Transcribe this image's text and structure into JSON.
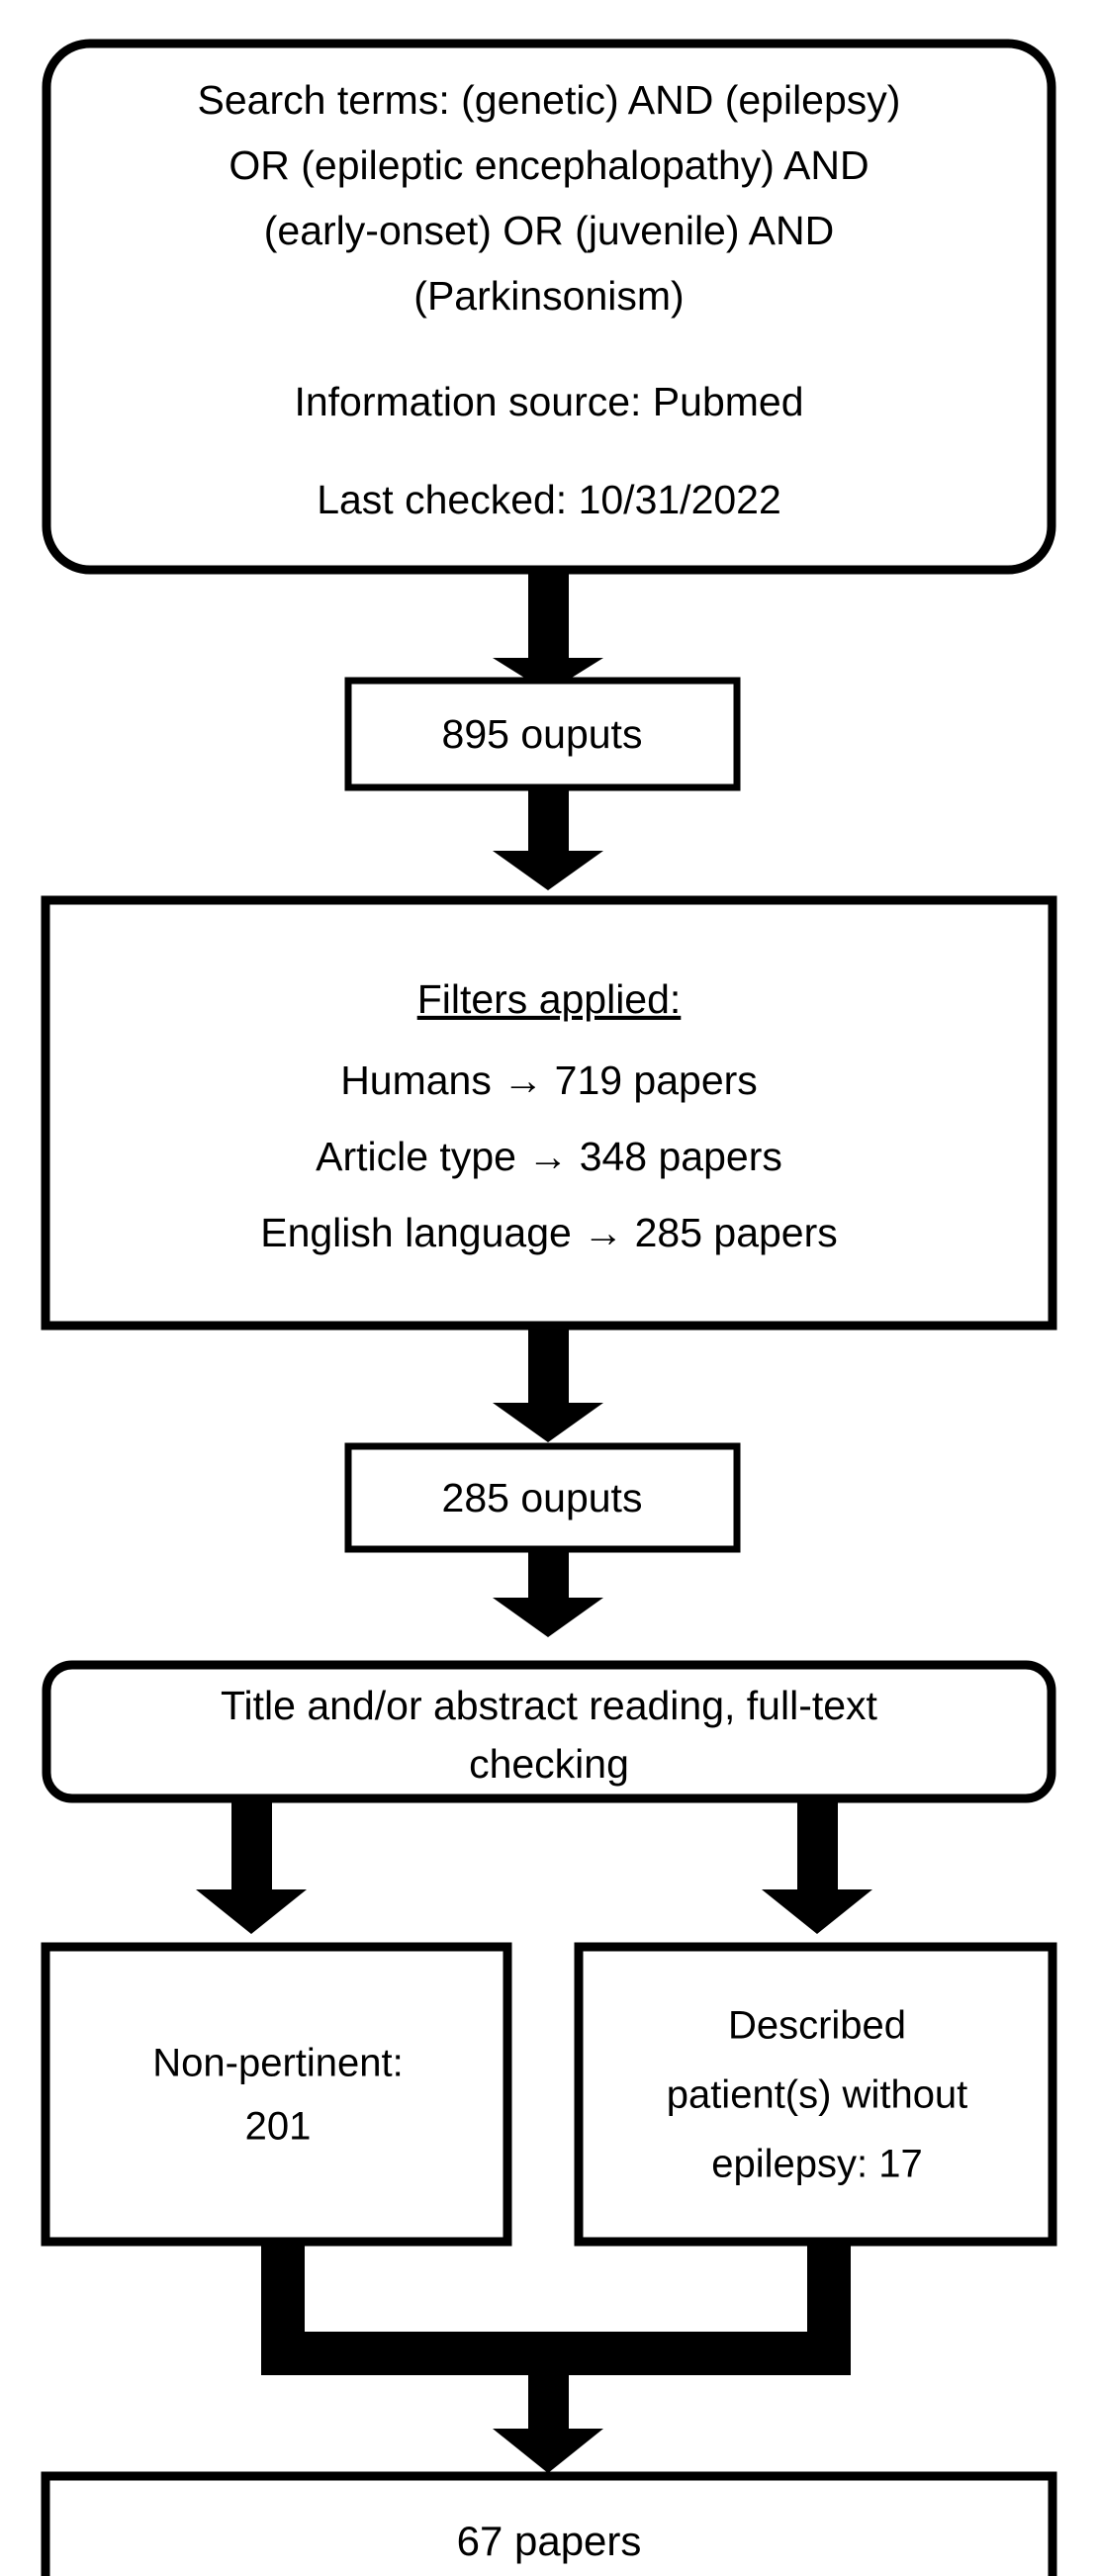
{
  "figure": {
    "kind": "literature-search-flowchart",
    "orientation": "vertical",
    "background_color": "#ffffff",
    "line_color": "#000000",
    "text_color": "#000000"
  },
  "nodes": {
    "search_box": {
      "shape": "rounded-rectangle",
      "lines": [
        "Search terms: (genetic) AND (epilepsy)",
        "OR (epileptic encephalopathy) AND",
        "(early-onset) OR (juvenile) AND",
        "(Parkinsonism)"
      ],
      "info_source": "Information source: Pubmed",
      "last_checked": "Last checked: 10/31/2022"
    },
    "outputs_first": {
      "shape": "rectangle",
      "label": "895 ouputs",
      "value": 895
    },
    "filters_box": {
      "shape": "rectangle",
      "heading": "Filters applied:",
      "rows": [
        {
          "criterion": "Humans",
          "arrow": "→",
          "result": "719 papers",
          "value": 719
        },
        {
          "criterion": "Article type",
          "arrow": "→",
          "result": "348 papers",
          "value": 348
        },
        {
          "criterion": "English language",
          "arrow": "→",
          "result": "285 papers",
          "value": 285
        }
      ],
      "row_strings": [
        "Humans → 719 papers",
        "Article type → 348 papers",
        "English language → 285 papers"
      ]
    },
    "outputs_second": {
      "shape": "rectangle",
      "label": "285 ouputs",
      "value": 285
    },
    "screening_box": {
      "shape": "rounded-rectangle",
      "lines": [
        "Title and/or  abstract reading, full-text",
        "checking"
      ]
    },
    "excluded_left": {
      "shape": "rectangle",
      "lines": [
        "Non-pertinent:",
        "201"
      ],
      "value": 201
    },
    "excluded_right": {
      "shape": "rectangle",
      "lines": [
        "Described",
        "patient(s) without",
        "epilepsy: 17"
      ],
      "value": 17
    },
    "final_box": {
      "shape": "rectangle",
      "label": "67 papers",
      "value": 67
    }
  },
  "connectors": [
    {
      "name": "search-to-outputs-first",
      "from": "search_box",
      "to": "outputs_first",
      "style": "block-arrow-down"
    },
    {
      "name": "outputs-first-to-filters",
      "from": "outputs_first",
      "to": "filters_box",
      "style": "block-arrow-down"
    },
    {
      "name": "filters-to-outputs-second",
      "from": "filters_box",
      "to": "outputs_second",
      "style": "block-arrow-down"
    },
    {
      "name": "outputs-second-to-screening",
      "from": "outputs_second",
      "to": "screening_box",
      "style": "block-arrow-down"
    },
    {
      "name": "screening-to-excluded-left",
      "from": "screening_box",
      "to": "excluded_left",
      "style": "block-arrow-down"
    },
    {
      "name": "screening-to-excluded-right",
      "from": "screening_box",
      "to": "excluded_right",
      "style": "block-arrow-down"
    },
    {
      "name": "excluded-merge-to-final",
      "from": "excluded_left+excluded_right",
      "to": "final_box",
      "style": "block-arrow-merge-down"
    }
  ]
}
